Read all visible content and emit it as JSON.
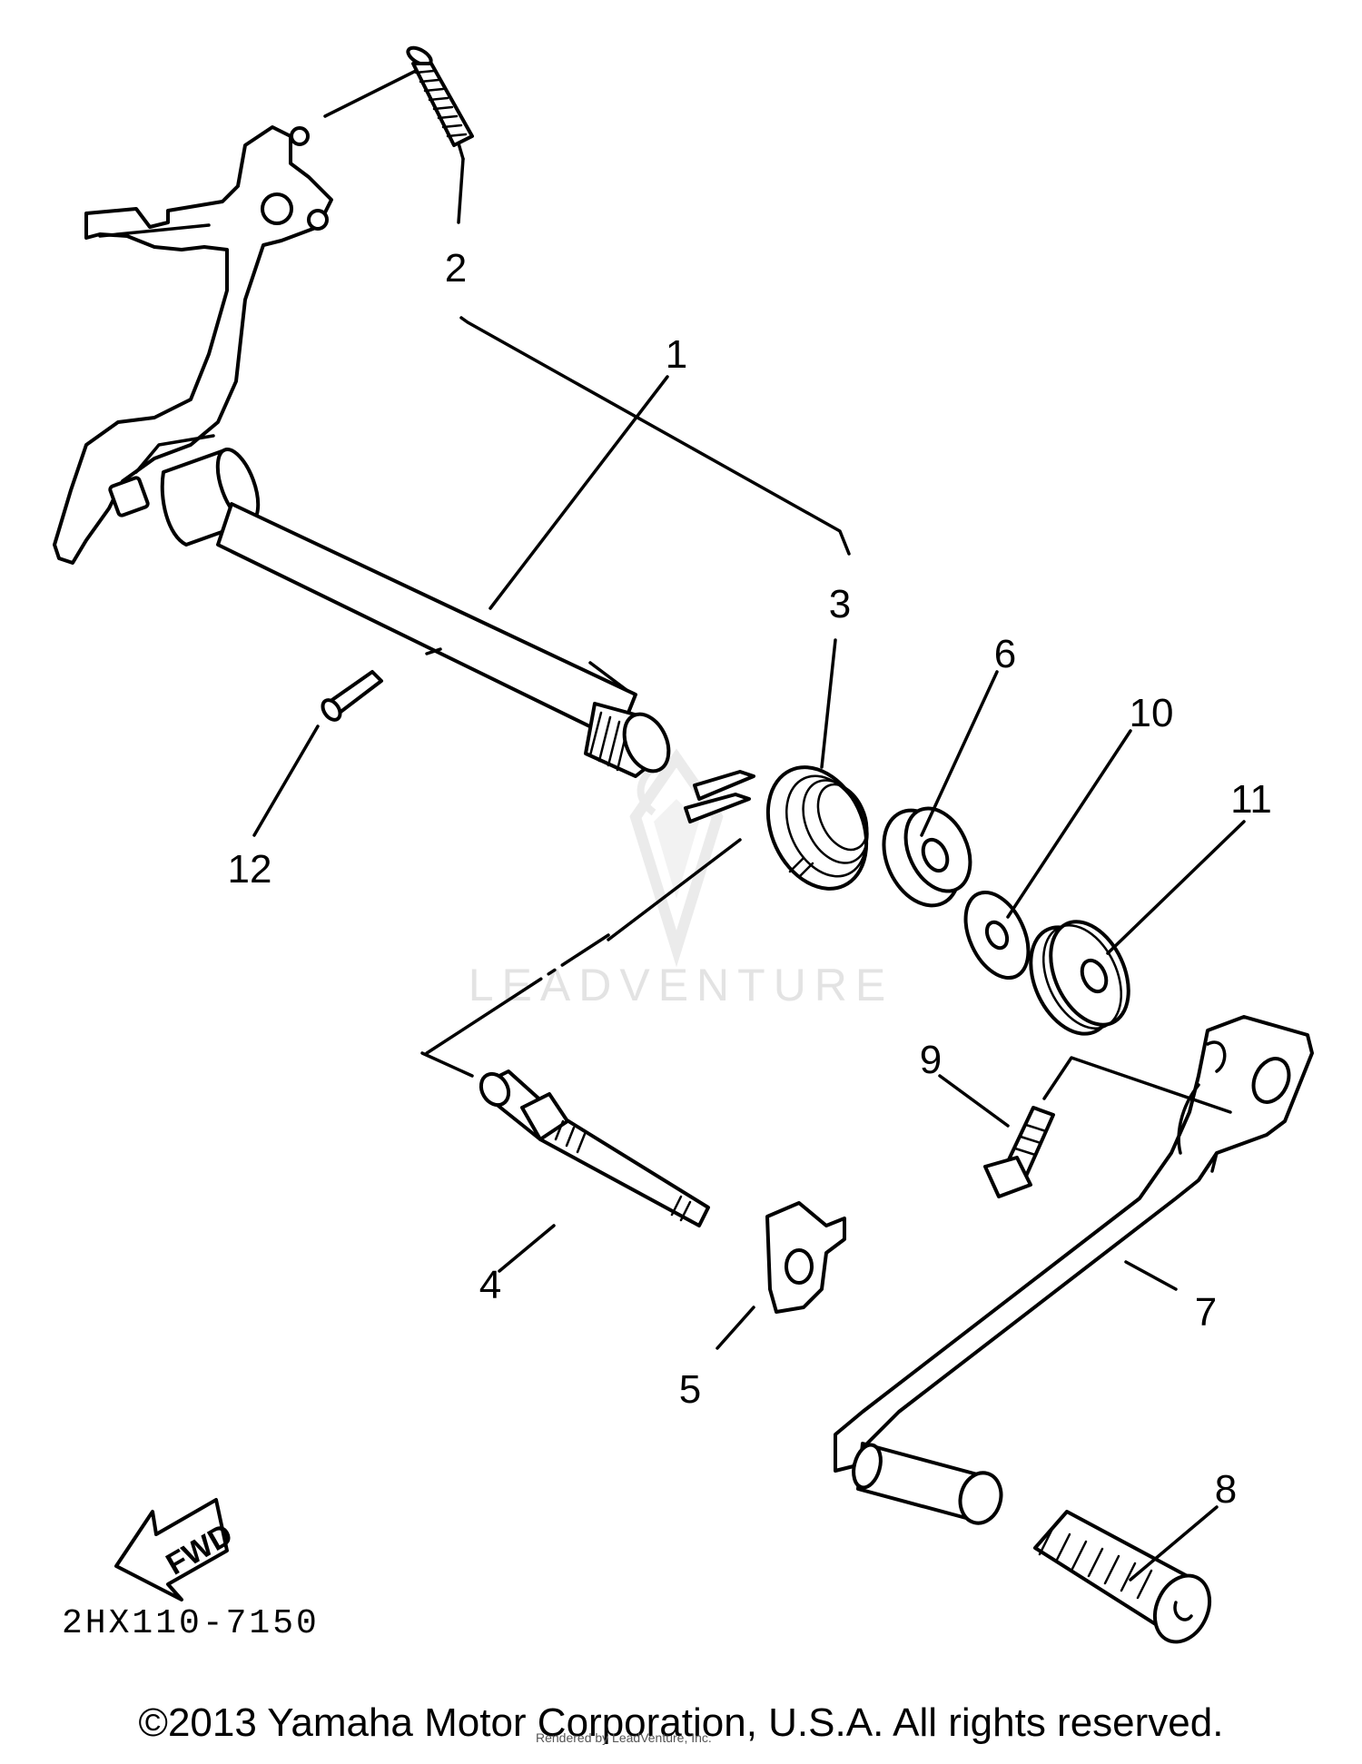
{
  "diagram": {
    "callouts": [
      "1",
      "2",
      "3",
      "4",
      "5",
      "6",
      "7",
      "8",
      "9",
      "10",
      "11",
      "12"
    ],
    "direction_label": "FWD",
    "part_code": "2HX110-7150",
    "watermark": "LEADVENTURE"
  },
  "footer": {
    "copyright": "©2013 Yamaha Motor Corporation, U.S.A. All rights reserved.",
    "rendered_by": "Rendered by LeadVenture, Inc."
  }
}
